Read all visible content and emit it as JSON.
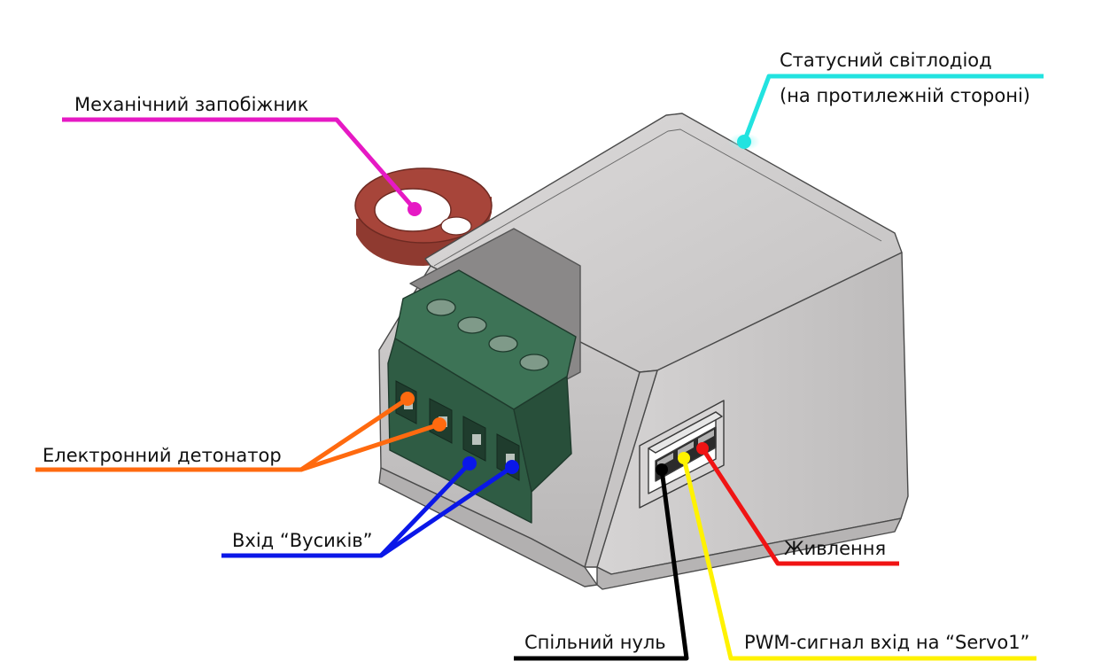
{
  "labels": {
    "fuse": "Механічний запобіжник",
    "status_led_line1": "Статусний світлодіод",
    "status_led_line2": "(на протилежній стороні)",
    "detonator": "Електронний детонатор",
    "whiskers": "Вхід “Вусиків”",
    "power": "Живлення",
    "pwm": "PWM-сигнал вхід на “Servo1”",
    "ground": "Спільний нуль"
  },
  "colors": {
    "fuse": "#e619c4",
    "status_led": "#22e3e0",
    "detonator": "#ff6a0f",
    "whiskers": "#0a17e8",
    "power": "#f01414",
    "pwm": "#fff200",
    "ground": "#000000",
    "housing": "#cfcdcd",
    "terminal_block": "#33644a",
    "safety_ring": "#a7453a"
  },
  "icons": {
    "device": "rendered-3d-enclosure-icon",
    "ring": "safety-ring-icon"
  }
}
